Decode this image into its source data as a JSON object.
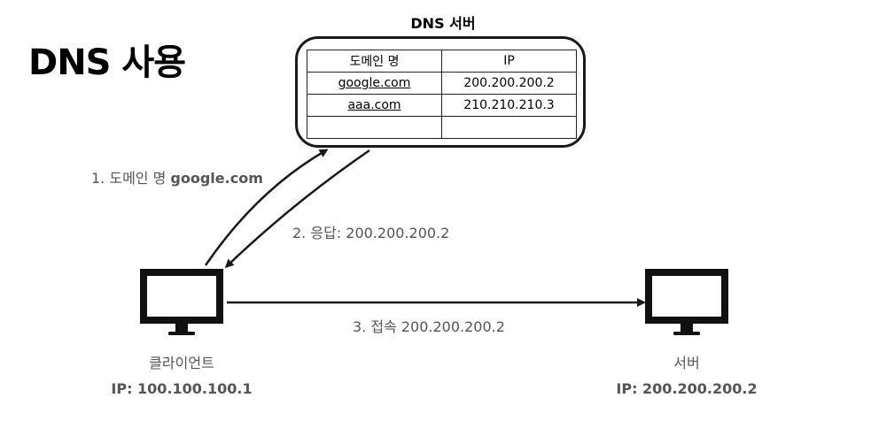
{
  "page_title": "DNS 사용",
  "dns_server": {
    "title": "DNS 서버",
    "headers": [
      "도메인 명",
      "IP"
    ],
    "rows": [
      {
        "domain": "google.com",
        "ip": "200.200.200.2"
      },
      {
        "domain": "aaa.com",
        "ip": "210.210.210.3"
      },
      {
        "domain": "",
        "ip": ""
      }
    ]
  },
  "steps": {
    "step1_prefix": "1. 도메인 명 ",
    "step1_domain": "google.com",
    "step2": "2. 응답: 200.200.200.2",
    "step3": "3. 접속 200.200.200.2"
  },
  "client": {
    "label": "클라이언트",
    "ip": "IP: 100.100.100.1",
    "icon": "monitor-icon"
  },
  "server": {
    "label": "서버",
    "ip": "IP: 200.200.200.2",
    "icon": "monitor-icon"
  },
  "colors": {
    "line": "#1a1a1a",
    "caption": "#555555"
  }
}
